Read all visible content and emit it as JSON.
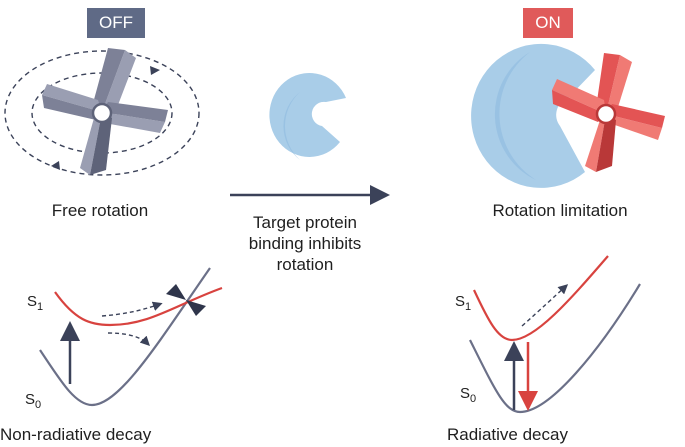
{
  "off_panel": {
    "badge": "OFF",
    "caption": "Free rotation",
    "energy_caption": "Non-radiative decay",
    "s1_label": "S",
    "s1_sub": "1",
    "s0_label": "S",
    "s0_sub": "0"
  },
  "center": {
    "line1": "Target protein",
    "line2": "binding inhibits",
    "line3": "rotation"
  },
  "on_panel": {
    "badge": "ON",
    "caption": "Rotation limitation",
    "energy_caption": "Radiative decay",
    "s1_label": "S",
    "s1_sub": "1",
    "s0_label": "S",
    "s0_sub": "0"
  },
  "colors": {
    "off_badge": "#5f6a86",
    "on_badge": "#e05a5a",
    "rotor_gray": "#7d8197",
    "rotor_red": "#e35454",
    "protein_blue": "#a9cde8",
    "curve_s1": "#d8433f",
    "curve_s0": "#6b7088",
    "arrow_dark": "#3b4259"
  }
}
